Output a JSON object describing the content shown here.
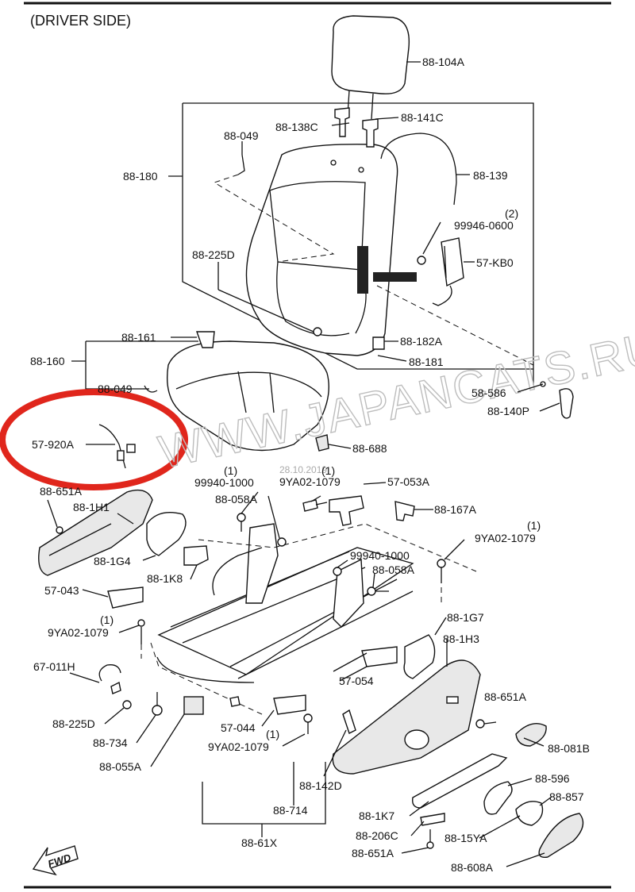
{
  "title": "(DRIVER SIDE)",
  "watermark": "WWW.JAPANCATS.RU",
  "date_stamp": "28.10.2019",
  "fwd_label": "FWD",
  "callouts": {
    "c88_104A": "88-104A",
    "c88_138C": "88-138C",
    "c88_141C": "88-141C",
    "c88_049a": "88-049",
    "c88_180": "88-180",
    "c88_139": "88-139",
    "c99946_qty": "(2)",
    "c99946": "99946-0600",
    "c57_KB0": "57-KB0",
    "c88_225D": "88-225D",
    "c88_182A": "88-182A",
    "c88_181": "88-181",
    "c88_161": "88-161",
    "c88_160": "88-160",
    "c88_049b": "88-049",
    "c58_586": "58-586",
    "c88_140P": "88-140P",
    "c57_920A": "57-920A",
    "c88_688": "88-688",
    "c99940a_qty": "(1)",
    "c99940a": "99940-1000",
    "c9YA02a_qty": "(1)",
    "c9YA02a": "9YA02-1079",
    "c57_053A": "57-053A",
    "c88_651Atop": "88-651A",
    "c88_058Aa": "88-058A",
    "c88_167A": "88-167A",
    "c88_1H1": "88-1H1",
    "c9YA02b_qty": "(1)",
    "c9YA02b": "9YA02-1079",
    "c88_1G4": "88-1G4",
    "c99940b": "99940-1000",
    "c88_1K8": "88-1K8",
    "c88_058Ab": "88-058A",
    "c57_043": "57-043",
    "c9YA02c_qty": "(1)",
    "c9YA02c": "9YA02-1079",
    "c88_1G7": "88-1G7",
    "c88_1H3": "88-1H3",
    "c67_011H": "67-011H",
    "c57_054": "57-054",
    "c88_651A": "88-651A",
    "c88_225Db": "88-225D",
    "c57_044": "57-044",
    "c9YA02d_qty": "(1)",
    "c9YA02d": "9YA02-1079",
    "c88_081B": "88-081B",
    "c88_734": "88-734",
    "c88_055A": "88-055A",
    "c88_142D": "88-142D",
    "c88_596": "88-596",
    "c88_857": "88-857",
    "c88_1K7": "88-1K7",
    "c88_714": "88-714",
    "c88_206C": "88-206C",
    "c88_15YA": "88-15YA",
    "c88_61X": "88-61X",
    "c88_651Ab": "88-651A",
    "c88_608A": "88-608A"
  }
}
